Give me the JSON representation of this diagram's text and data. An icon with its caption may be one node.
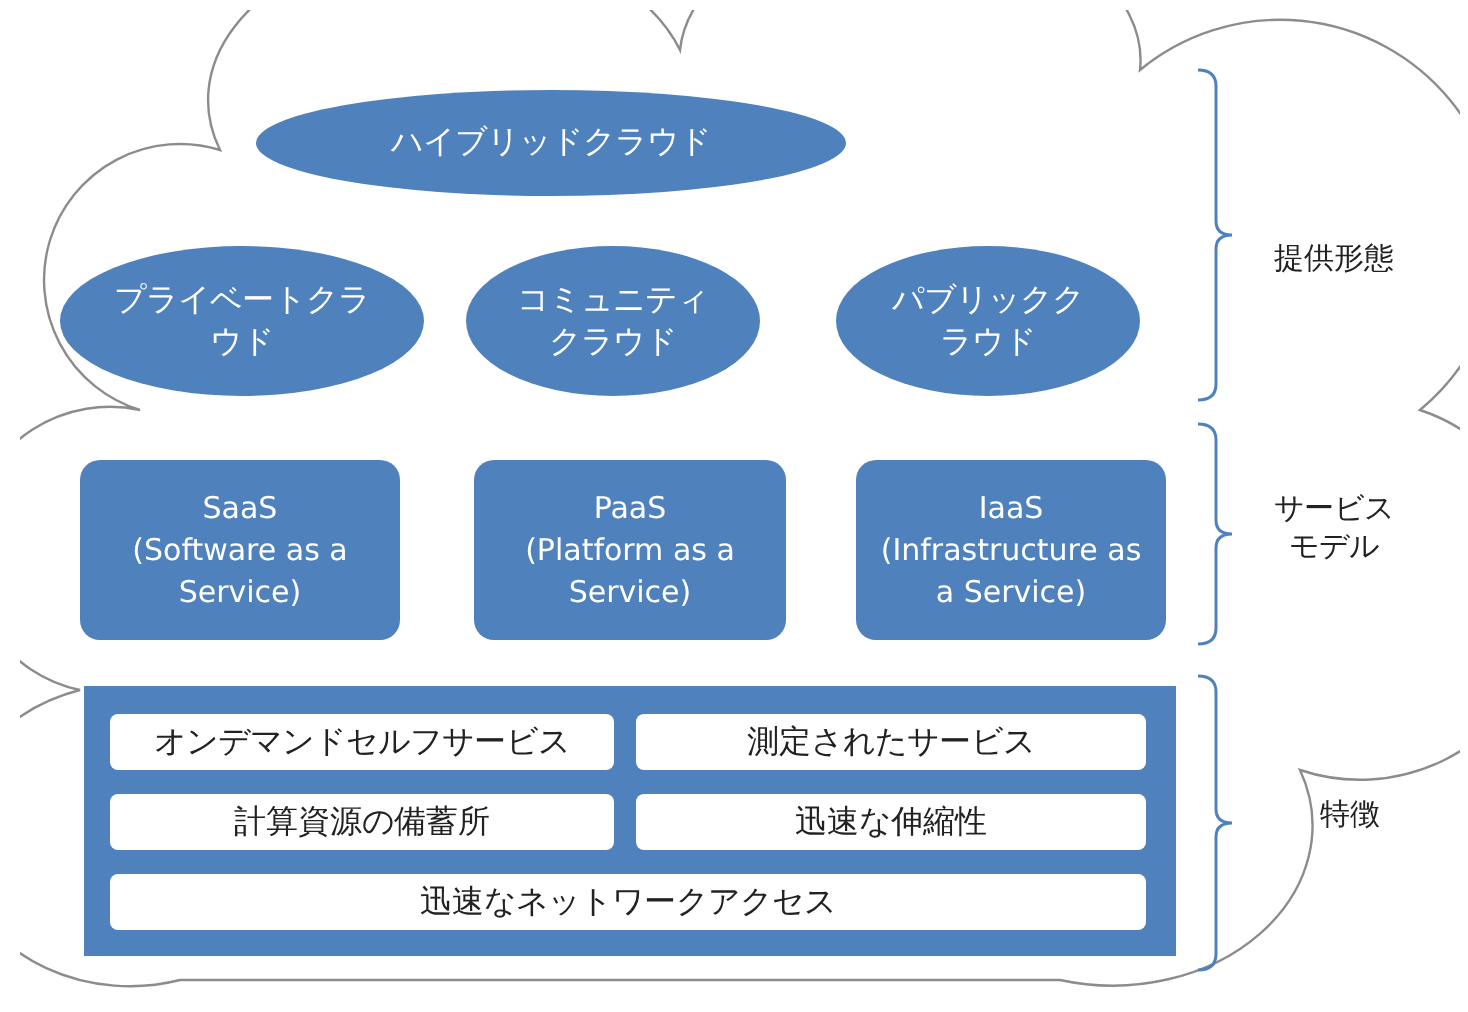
{
  "diagram": {
    "nodes": [
      {
        "text": [],
        "shape": "cloud"
      },
      {
        "text": [
          "ハイブリッドクラウド"
        ],
        "in": 0
      },
      {
        "text": [
          "プライベートクラウド"
        ],
        "in": 0
      },
      {
        "text": [
          "コミュニティクラウド"
        ],
        "in": 0
      },
      {
        "text": [
          "パブリッククラウド"
        ],
        "in": 0
      },
      {
        "text": [
          "SaaS",
          "(Software as a Service)"
        ],
        "in": 0
      },
      {
        "text": [
          "PaaS",
          "(Platform as a Service)"
        ],
        "in": 0
      },
      {
        "text": [
          "IaaS",
          "(Infrastructure as a Service)"
        ],
        "in": 0
      },
      {
        "text": [],
        "shape": "box",
        "in": 0
      },
      {
        "text": [
          "オンデマンドセルフサービス"
        ],
        "in": 8
      },
      {
        "text": [
          "測定されたサービス"
        ],
        "in": 8
      },
      {
        "text": [
          "計算資源の備蓄所"
        ],
        "in": 8
      },
      {
        "text": [
          "迅速な伸縮性"
        ],
        "in": 8
      },
      {
        "text": [
          "迅速なネットワークアクセス"
        ],
        "in": 8
      }
    ],
    "edges": [],
    "labels": [
      "提供形態",
      "サービスモデル",
      "特徴"
    ]
  }
}
